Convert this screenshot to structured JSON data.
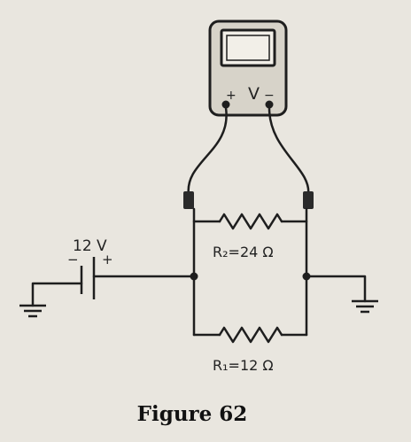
{
  "meter": {
    "screen_label": "",
    "plus": "+",
    "label": "V",
    "minus": "−"
  },
  "battery": {
    "voltage": "12 V",
    "minus": "−",
    "plus": "+"
  },
  "r2": {
    "label": "R₂=24 Ω"
  },
  "r1": {
    "label": "R₁=12 Ω"
  },
  "caption": "Figure 62",
  "colors": {
    "wire": "#1e1e1e",
    "meter_body": "#d7d3c9",
    "clip": "#2a2a2a",
    "background": "#e9e6df"
  }
}
